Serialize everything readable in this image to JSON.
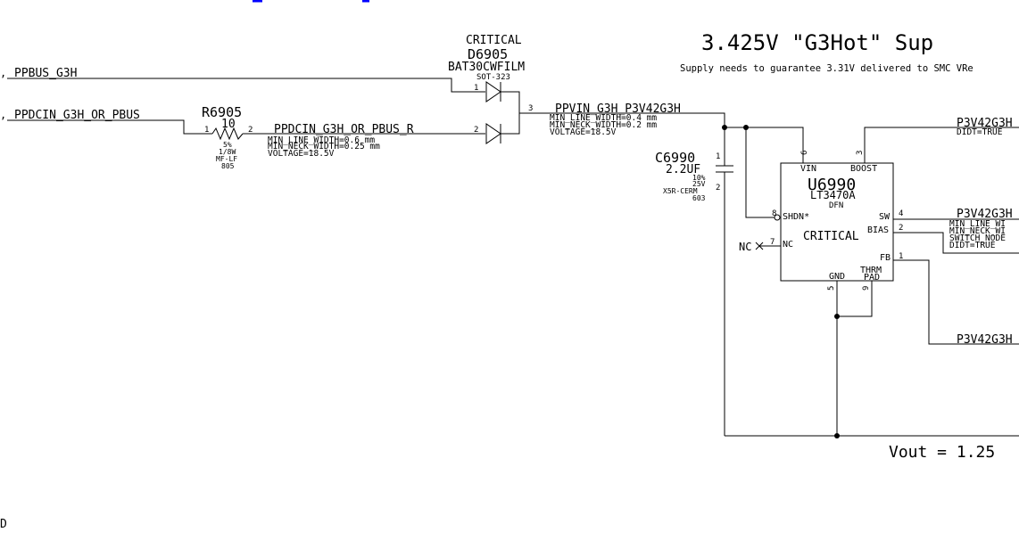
{
  "title": "3.425V \"G3Hot\" Sup",
  "subtitle": "Supply needs to guarantee 3.31V delivered to SMC VRe",
  "nets": {
    "ppbus": "PPBUS_G3H",
    "ppdcin": "PPDCIN_G3H_OR_PBUS",
    "ppdcin_r": "PPDCIN_G3H_OR_PBUS_R",
    "ppdcin_r_p1": "MIN_LINE_WIDTH=0.6 mm",
    "ppdcin_r_p2": "MIN_NECK_WIDTH=0.25 mm",
    "ppdcin_r_p3": "VOLTAGE=18.5V",
    "ppvin": "PPVIN_G3H_P3V42G3H",
    "ppvin_p1": "MIN_LINE_WIDTH=0.4 mm",
    "ppvin_p2": "MIN_NECK_WIDTH=0.2 mm",
    "ppvin_p3": "VOLTAGE=18.5V",
    "boost": "P3V42G3H",
    "boost_p": "DIDT=TRUE",
    "sw": "P3V42G3H",
    "sw_p1": "MIN_LINE_WI",
    "sw_p2": "MIN_NECK_WI",
    "sw_p3": "SWITCH_NODE",
    "sw_p4": "DIDT=TRUE",
    "fb": "P3V42G3H"
  },
  "d6905": {
    "crit": "CRITICAL",
    "ref": "D6905",
    "value": "BAT30CWFILM",
    "pkg": "SOT-323",
    "pin1": "1",
    "pin2": "2",
    "pin3": "3"
  },
  "r6905": {
    "ref": "R6905",
    "value": "10",
    "tol": "5%",
    "power": "1/8W",
    "type": "MF-LF",
    "pkg": "805",
    "pin1": "1",
    "pin2": "2"
  },
  "c6990": {
    "ref": "C6990",
    "value": "2.2UF",
    "tol": "10%",
    "volt": "25V",
    "diel": "X5R-CERM",
    "pkg": "603",
    "pin1": "1",
    "pin2": "2"
  },
  "u6990": {
    "ref": "U6990",
    "part": "LT3470A",
    "pkg": "DFN",
    "crit": "CRITICAL",
    "vin": "VIN",
    "boost": "BOOST",
    "shdn": "SHDN*",
    "nc": "NC",
    "sw": "SW",
    "bias": "BIAS",
    "fb": "FB",
    "gnd": "GND",
    "thrm1": "THRM",
    "thrm2": "PAD",
    "p_vin": "6",
    "p_boost": "3",
    "p_shdn": "8",
    "p_nc": "7",
    "p_sw": "4",
    "p_bias": "2",
    "p_fb": "1",
    "p_gnd": "5",
    "p_thrm": "9"
  },
  "nc_label": "NC",
  "vout": "Vout = 1.25",
  "edge_text": "D"
}
